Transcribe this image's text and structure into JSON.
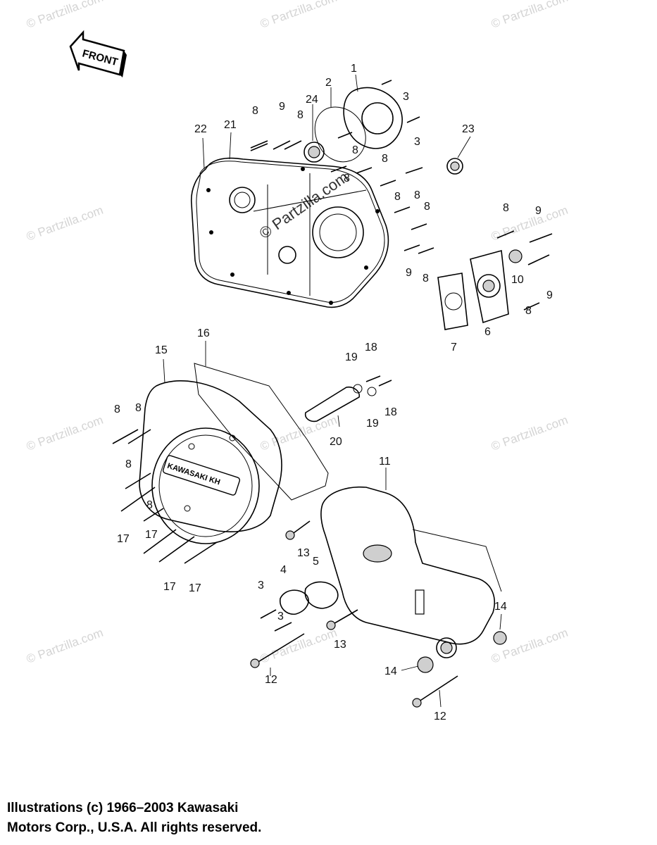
{
  "front_label": "FRONT",
  "logo_text": "KAWASAKI KH",
  "watermark": "© Partzilla.com",
  "copyright": {
    "line1": "Illustrations (c) 1966–2003 Kawasaki",
    "line2": "Motors Corp., U.S.A.  All rights reserved."
  },
  "callouts": [
    "1",
    "2",
    "24",
    "3",
    "3",
    "8",
    "9",
    "8",
    "22",
    "21",
    "8",
    "8",
    "8",
    "23",
    "8",
    "8",
    "8",
    "8",
    "9",
    "9",
    "8",
    "10",
    "9",
    "8",
    "6",
    "7",
    "16",
    "15",
    "19",
    "18",
    "18",
    "19",
    "20",
    "8",
    "8",
    "11",
    "8",
    "8",
    "17",
    "17",
    "17",
    "17",
    "13",
    "3",
    "4",
    "5",
    "14",
    "3",
    "13",
    "12",
    "14",
    "12"
  ]
}
